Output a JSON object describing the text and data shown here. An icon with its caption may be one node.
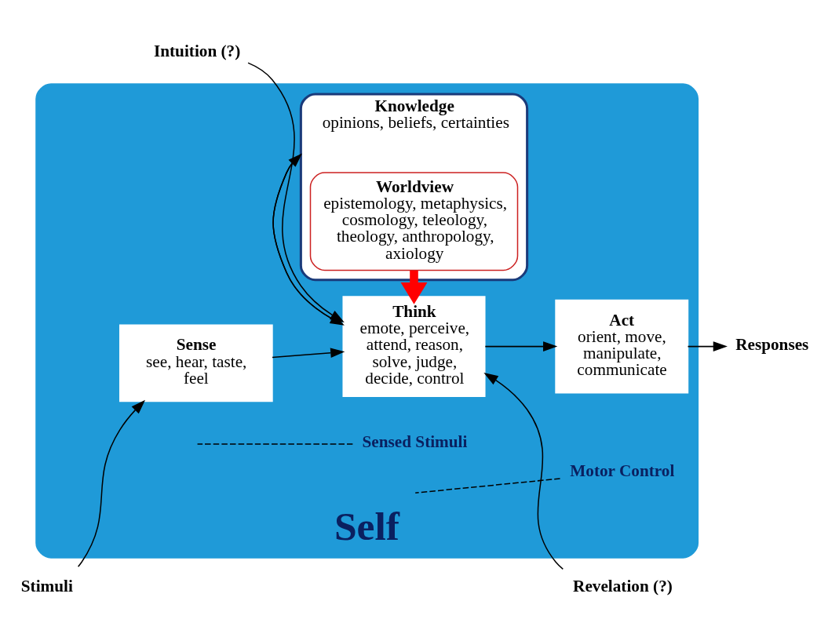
{
  "diagram": {
    "nodes": [
      {
        "text": [
          "Intuition (?)"
        ]
      },
      {
        "text": [
          "Revelation (?)"
        ]
      },
      {
        "text": [
          "Self"
        ]
      },
      {
        "text": [
          "Knowledge",
          "opinions, beliefs, certainties"
        ],
        "in": 2
      },
      {
        "text": [
          "Worldview",
          "epistemology, metaphysics, cosmology, teleology, theology, anthropology, axiology"
        ],
        "in": 3
      },
      {
        "text": [
          "Stimuli"
        ]
      },
      {
        "text": [
          "Sense",
          "see, hear, taste, feel"
        ],
        "in": 2
      },
      {
        "text": [
          "Think",
          "emote, perceive, attend, reason, solve, judge, decide, control"
        ],
        "in": 2
      },
      {
        "text": [
          "Act",
          "orient, move, manipulate, communicate"
        ],
        "in": 2
      },
      {
        "text": [
          "Responses"
        ]
      },
      {
        "text": [
          "Sensed Stimuli"
        ],
        "in": 2
      },
      {
        "text": [
          "Motor Control"
        ],
        "in": 2
      }
    ],
    "edges": [
      {
        "from": 5,
        "to": 6,
        "arrow": "to"
      },
      {
        "from": 6,
        "to": 7,
        "arrow": "to"
      },
      {
        "from": 7,
        "to": 8,
        "arrow": "to"
      },
      {
        "from": 8,
        "to": 9,
        "arrow": "to"
      },
      {
        "from": 0,
        "to": 7,
        "arrow": "to"
      },
      {
        "from": 1,
        "to": 7,
        "arrow": "to"
      },
      {
        "from": 7,
        "to": 3,
        "arrow": "to"
      },
      {
        "from": 3,
        "to": 7,
        "arrow": "to"
      },
      {
        "from": 4,
        "to": 7,
        "arrow": "to",
        "style": "thick",
        "color": "#ff0000"
      },
      {
        "from": 10,
        "to": null,
        "arrow": "none",
        "style": "dashed"
      },
      {
        "from": 11,
        "to": null,
        "arrow": "none",
        "style": "dashed"
      }
    ]
  }
}
